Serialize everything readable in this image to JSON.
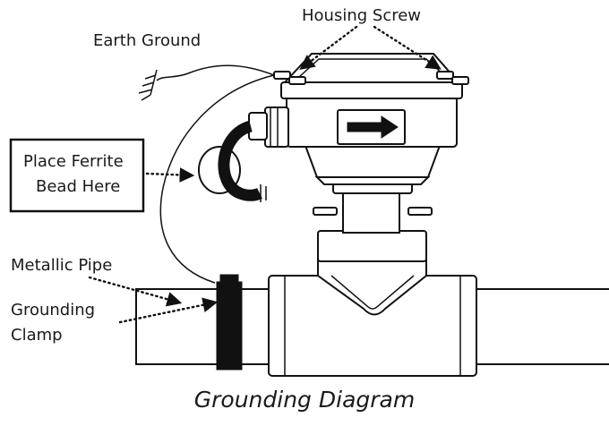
{
  "labels": {
    "housing_screw": "Housing Screw",
    "earth_ground": "Earth Ground",
    "ferrite_line1": "Place Ferrite",
    "ferrite_line2": "Bead Here",
    "metallic_pipe": "Metallic Pipe",
    "clamp_line1": "Grounding",
    "clamp_line2": "Clamp"
  },
  "caption": "Grounding Diagram"
}
